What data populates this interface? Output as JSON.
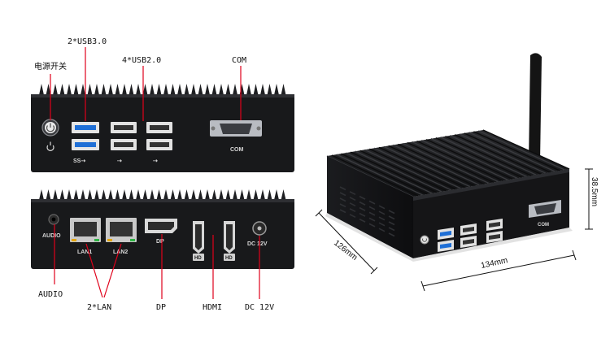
{
  "front_labels": {
    "power": "电源开关",
    "usb3": "2*USB3.0",
    "usb2": "4*USB2.0",
    "com": "COM"
  },
  "front_silk": {
    "com": "COM"
  },
  "back_silk": {
    "audio": "AUDIO",
    "lan1": "LAN1",
    "lan2": "LAN2",
    "dp": "DP",
    "dc": "DC 12V",
    "hd1": "HD",
    "hd2": "HD"
  },
  "back_labels": {
    "audio": "AUDIO",
    "lan": "2*LAN",
    "dp": "DP",
    "hdmi": "HDMI",
    "dc": "DC 12V"
  },
  "iso_silk": {
    "com": "COM"
  },
  "dimensions": {
    "depth": "126mm",
    "width": "134mm",
    "height": "38.5mm"
  },
  "colors": {
    "callout": "#e0001a",
    "chassis": "#141416",
    "usb3_blue": "#1f6fd6"
  }
}
